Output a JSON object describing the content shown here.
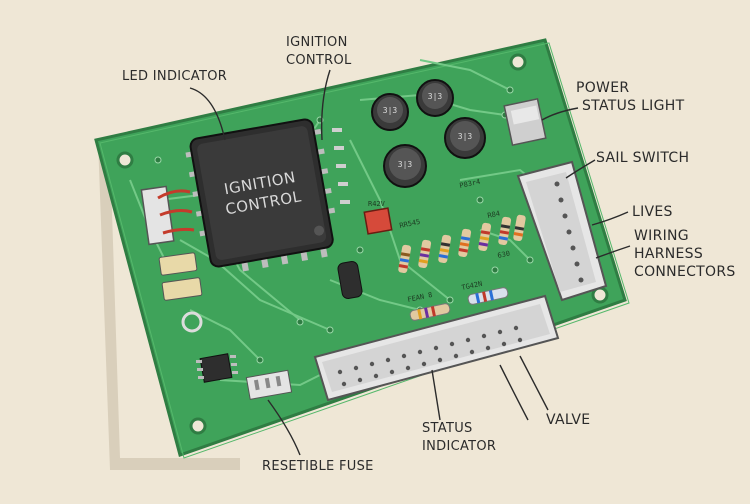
{
  "labels": {
    "led_indicator": "LED INDICATOR",
    "ignition_control_1": "IGNITION",
    "ignition_control_2": "CONTROL",
    "power_status_1": "POWER",
    "power_status_2": "STATUS LIGHT",
    "sail_switch": "SAIL SWITCH",
    "lives": "LIVES",
    "wiring_1": "WIRING",
    "wiring_2": "HARNESS",
    "wiring_3": "CONNECTORS",
    "resetible_fuse": "RESETIBLE FUSE",
    "status_indicator_1": "STATUS",
    "status_indicator_2": "INDICATOR",
    "valve": "VALVE"
  },
  "chip": {
    "line1": "IGNITION",
    "line2": "CONTROL"
  },
  "silkscreen": {
    "p83": "P83r4",
    "r85": "RR545",
    "r84": "R84",
    "f4": "FEAN 8",
    "tg": "TG42N",
    "n630": "630",
    "red": "R42V",
    "cap1": "3|3",
    "cap2": "3|3",
    "cap3": "3|3",
    "cap4": "3|3"
  },
  "colors": {
    "paper": "#efe7d6",
    "board": "#3fa35a",
    "board_edge": "#2f7d43",
    "trace": "#6cc27f",
    "ink": "#2b2b2b"
  }
}
